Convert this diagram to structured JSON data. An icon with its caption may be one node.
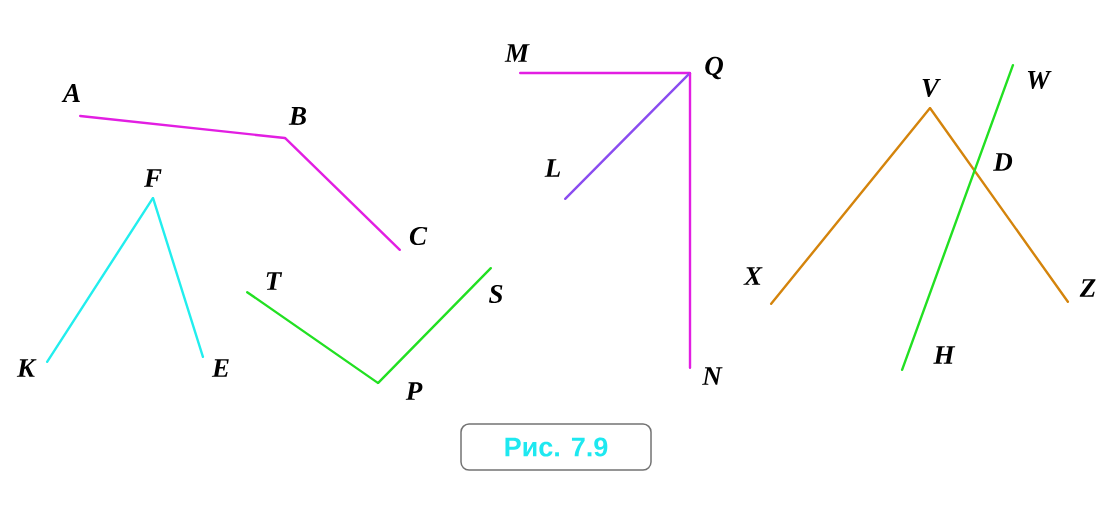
{
  "diagram": {
    "caption": "Рис.  7.9",
    "nodes": [
      {
        "text": [
          "A"
        ]
      },
      {
        "text": [
          "B"
        ]
      },
      {
        "text": [
          "C"
        ]
      },
      {
        "text": [
          "F"
        ]
      },
      {
        "text": [
          "K"
        ]
      },
      {
        "text": [
          "E"
        ]
      },
      {
        "text": [
          "T"
        ]
      },
      {
        "text": [
          "P"
        ]
      },
      {
        "text": [
          "S"
        ]
      },
      {
        "text": [
          "M"
        ]
      },
      {
        "text": [
          "Q"
        ]
      },
      {
        "text": [
          "L"
        ]
      },
      {
        "text": [
          "N"
        ]
      },
      {
        "text": [
          "V"
        ]
      },
      {
        "text": [
          "W"
        ]
      },
      {
        "text": [
          "X"
        ]
      },
      {
        "text": [
          "Z"
        ]
      },
      {
        "text": [
          "H"
        ]
      }
    ],
    "edges": [
      {
        "from": 0,
        "to": 1,
        "arrow": "none"
      },
      {
        "from": 1,
        "to": 2,
        "arrow": "none"
      },
      {
        "from": 3,
        "to": 4,
        "arrow": "none",
        "color": "#22eeee"
      },
      {
        "from": 3,
        "to": 5,
        "arrow": "none",
        "color": "#22eeee"
      },
      {
        "from": 6,
        "to": 7,
        "arrow": "none",
        "color": "#22e022"
      },
      {
        "from": 7,
        "to": 8,
        "arrow": "none",
        "color": "#22e022"
      },
      {
        "from": 9,
        "to": 10,
        "arrow": "none"
      },
      {
        "from": 11,
        "to": 10,
        "arrow": "none",
        "color": "#8a4cf0"
      },
      {
        "from": 10,
        "to": 12,
        "arrow": "none"
      },
      {
        "from": 13,
        "to": 15,
        "arrow": "none",
        "color": "#d4840c"
      },
      {
        "from": 13,
        "to": 16,
        "arrow": "none",
        "color": "#d4840c"
      },
      {
        "from": 14,
        "to": 17,
        "arrow": "none",
        "color": "#22e022"
      }
    ],
    "labels": [
      "D"
    ]
  }
}
